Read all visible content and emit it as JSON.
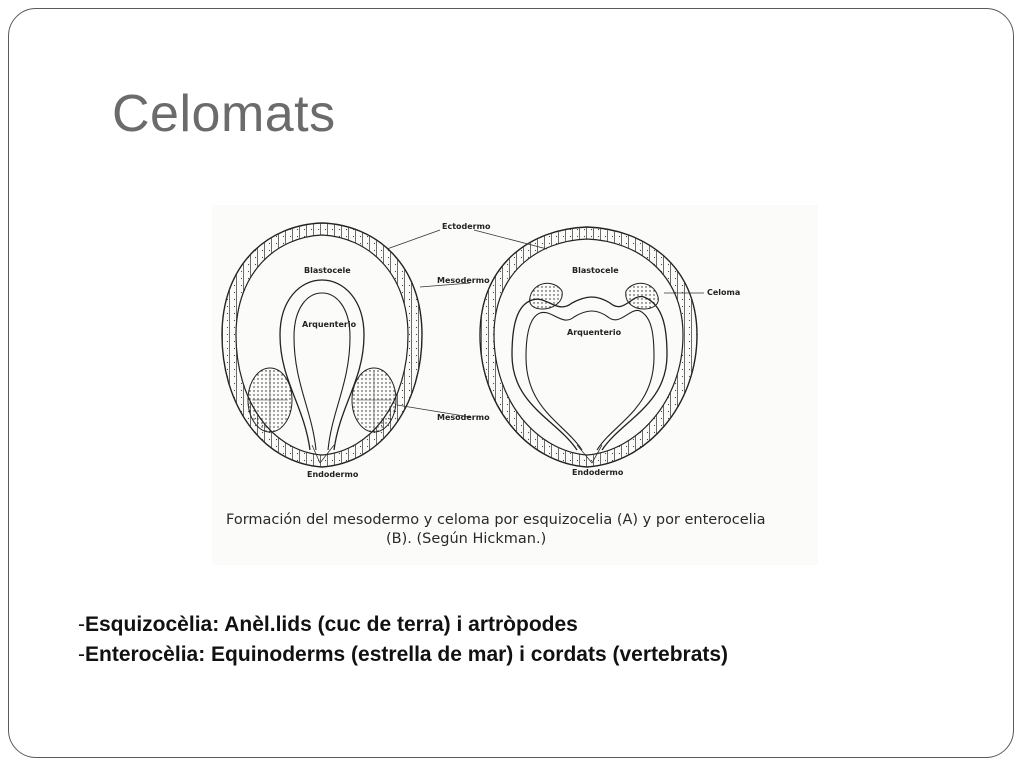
{
  "slide": {
    "title": "Celomats"
  },
  "figure": {
    "labels": {
      "ectodermo": "Ectodermo",
      "blastocele_a": "Blastocele",
      "blastocele_b": "Blastocele",
      "mesodermo_top": "Mesodermo",
      "mesodermo_bottom": "Mesodermo",
      "arquenterio_a": "Arquenterio",
      "arquenterio_b": "Arquenterio",
      "celoma": "Celoma",
      "endodermo_a": "Endodermo",
      "endodermo_b": "Endodermo"
    },
    "caption_line1": "Formación del mesodermo y celoma por esquizocelia (A) y por enterocelia",
    "caption_line2": "(B). (Según Hickman.)"
  },
  "bullets": [
    {
      "dash": "-",
      "text": "Esquizocèlia: Anèl.lids (cuc de terra)  i artròpodes"
    },
    {
      "dash": "-",
      "text": "Enterocèlia: Equinoderms (estrella de mar) i cordats (vertebrats)"
    }
  ]
}
